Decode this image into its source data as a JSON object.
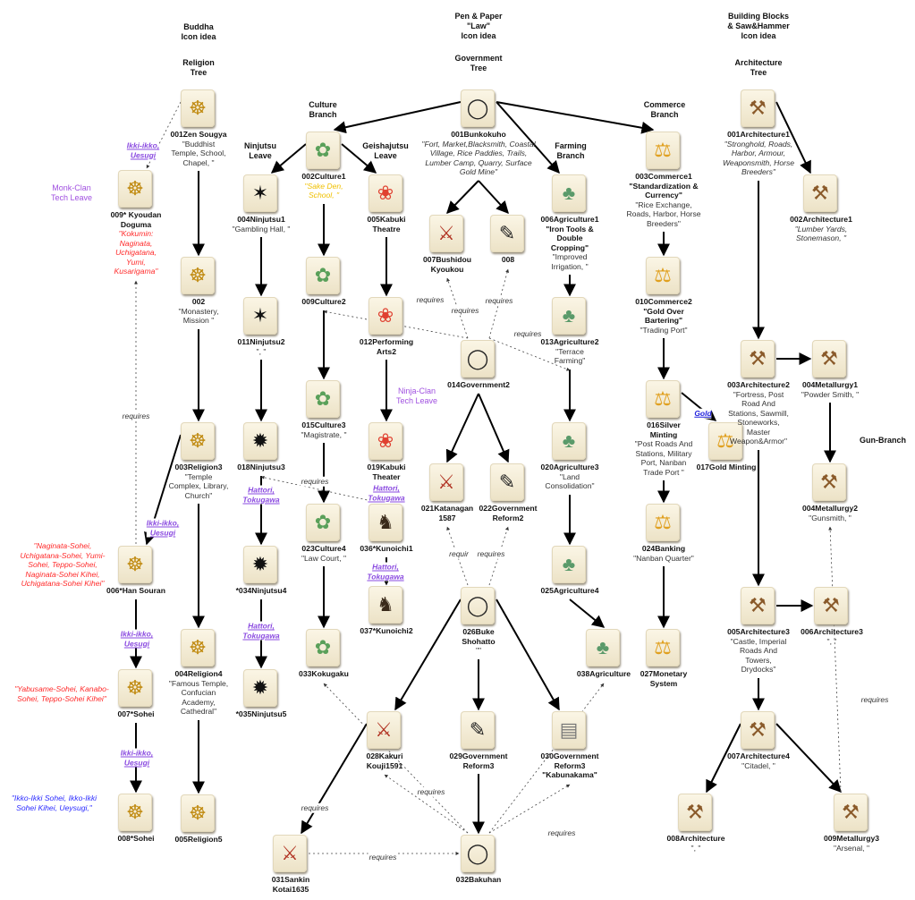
{
  "headers": {
    "buddha": "Buddha\nIcon idea",
    "religion": "Religion\nTree",
    "pen": "Pen & Paper\n\"Law\"\nIcon idea",
    "government": "Government\nTree",
    "blocks": "Building Blocks\n& Saw&Hammer\nIcon idea",
    "architecture": "Architecture\nTree",
    "culture": "Culture\nBranch",
    "ninjutsu": "Ninjutsu\nLeave",
    "geisha": "Geishajutsu\nLeave",
    "farming": "Farming\nBranch",
    "commerce": "Commerce\nBranch",
    "gun": "Gun-Branch",
    "monk_clan": "Monk-Clan\nTech Leave",
    "ninja_clan": "Ninja-Clan\nTech Leave"
  },
  "colors": {
    "accent_link": "#8a4ae0",
    "unit_red": "#ff2a2a",
    "unit_blue": "#2a2aff",
    "yellow": "#f0c000"
  },
  "nodes": [
    {
      "id": "rel001",
      "title": "001Zen Sougya",
      "desc": "\"Buddhist Temple, School, Chapel, \"",
      "icon": "monk-icon"
    },
    {
      "id": "rel002",
      "title": "002",
      "desc": "\"Monastery, Mission \"",
      "icon": "monk-icon"
    },
    {
      "id": "rel003",
      "title": "003Religion3",
      "desc": "\"Temple Complex, Library, Church\"",
      "icon": "monk-icon"
    },
    {
      "id": "rel004",
      "title": "004Religion4",
      "desc": "\"Famous Temple, Confucian Academy, Cathedral\"",
      "icon": "monk-icon"
    },
    {
      "id": "rel005",
      "title": "005Religion5",
      "desc": "",
      "icon": "monk-icon"
    },
    {
      "id": "monk009",
      "title": "009* Kyoudan Doguma",
      "desc": "\"Kokumin: Naginata, Uchigatana, Yumi, Kusarigama\"",
      "style": "red",
      "icon": "monk-icon"
    },
    {
      "id": "monk006",
      "title": "006*Han Souran",
      "desc": "",
      "icon": "monk-icon"
    },
    {
      "id": "monk007",
      "title": "007*Sohei",
      "desc": "",
      "icon": "monk-icon"
    },
    {
      "id": "monk008",
      "title": "008*Sohei",
      "desc": "",
      "icon": "monk-icon"
    },
    {
      "id": "nin1",
      "title": "004Ninjutsu1",
      "desc": "\"Gambling Hall, \"",
      "icon": "ninja-icon"
    },
    {
      "id": "nin2",
      "title": "011Ninjutsu2",
      "desc": "\", \"",
      "icon": "ninja-icon"
    },
    {
      "id": "nin3",
      "title": "018Ninjutsu3",
      "desc": "",
      "icon": "shuriken-icon"
    },
    {
      "id": "nin4",
      "title": "*034Ninjutsu4",
      "desc": "",
      "icon": "shuriken-icon"
    },
    {
      "id": "nin5",
      "title": "*035Ninjutsu5",
      "desc": "",
      "icon": "shuriken-icon"
    },
    {
      "id": "cul1",
      "title": "002Culture1",
      "desc": "\"Sake Den, School, \"",
      "style": "yellow",
      "icon": "tea-ceremony-icon"
    },
    {
      "id": "cul2",
      "title": "009Culture2",
      "desc": "",
      "icon": "tea-ceremony-icon"
    },
    {
      "id": "cul3",
      "title": "015Culture3",
      "desc": "\"Magistrate, \"",
      "icon": "tea-ceremony-icon"
    },
    {
      "id": "cul4",
      "title": "023Culture4",
      "desc": "\"Law Court, \"",
      "icon": "tea-ceremony-icon"
    },
    {
      "id": "cul5",
      "title": "033Kokugaku",
      "desc": "",
      "icon": "tea-ceremony-icon"
    },
    {
      "id": "gei1",
      "title": "005Kabuki Theatre",
      "desc": "",
      "icon": "geisha-icon"
    },
    {
      "id": "gei2",
      "title": "012Performing Arts2",
      "desc": "",
      "icon": "geisha-icon"
    },
    {
      "id": "gei3",
      "title": "019Kabuki Theater",
      "desc": "",
      "icon": "geisha-icon"
    },
    {
      "id": "kun1",
      "title": "036*Kunoichi1",
      "desc": "",
      "icon": "fox-icon"
    },
    {
      "id": "kun2",
      "title": "037*Kunoichi2",
      "desc": "",
      "icon": "fox-icon"
    },
    {
      "id": "gov1",
      "title": "001Bunkokuho",
      "desc": "\"Fort, Market,Blacksmith, Coastal Village, Rice Paddies, Trails, Lumber Camp, Quarry, Surface Gold Mine\"",
      "style": "it",
      "icon": "enso-scholar-icon"
    },
    {
      "id": "gov7",
      "title": "007Bushidou Kyoukou",
      "desc": "",
      "icon": "samurai-icon"
    },
    {
      "id": "gov8",
      "title": "008",
      "desc": "",
      "icon": "bushido-scroll-icon"
    },
    {
      "id": "gov14",
      "title": "014Government2",
      "desc": "",
      "icon": "enso-scholar-icon"
    },
    {
      "id": "gov21",
      "title": "021Katanagan 1587",
      "desc": "",
      "icon": "samurai-icon"
    },
    {
      "id": "gov22",
      "title": "022Government Reform2",
      "desc": "",
      "icon": "bushido-scroll-icon"
    },
    {
      "id": "gov26",
      "title": "026Buke Shohatto",
      "desc": "\"\"",
      "icon": "enso-scholar-icon"
    },
    {
      "id": "gov28",
      "title": "028Kakuri Kouji1591",
      "desc": "",
      "icon": "samurai-icon"
    },
    {
      "id": "gov29",
      "title": "029Government Reform3",
      "desc": "",
      "icon": "bushido-scroll-icon"
    },
    {
      "id": "gov30",
      "title": "030Government Reform3",
      "sub": "\"Kabunakama\"",
      "desc": "",
      "icon": "scroll-icon"
    },
    {
      "id": "gov31",
      "title": "031Sankin Kotai1635",
      "desc": "",
      "icon": "samurai-icon"
    },
    {
      "id": "gov32",
      "title": "032Bakuhan",
      "desc": "",
      "icon": "enso-scholar-icon"
    },
    {
      "id": "agr1",
      "title": "006Agriculture1",
      "sub": "\"Iron Tools & Double Cropping\"",
      "desc": "\"Improved Irrigation, \"",
      "icon": "rice-ox-icon"
    },
    {
      "id": "agr2",
      "title": "013Agriculture2",
      "desc": "\"Terrace Farming\"",
      "icon": "rice-ox-icon"
    },
    {
      "id": "agr3",
      "title": "020Agriculture3",
      "desc": "\"Land Consolidation\"",
      "icon": "rice-ox-icon"
    },
    {
      "id": "agr4",
      "title": "025Agriculture4",
      "desc": "",
      "icon": "rice-ox-icon"
    },
    {
      "id": "agr5",
      "title": "038Agriculture",
      "desc": "",
      "icon": "rice-ox-icon"
    },
    {
      "id": "com1",
      "title": "003Commerce1",
      "sub": "\"Standardization & Currency\"",
      "desc": "\"Rice Exchange, Roads, Harbor, Horse Breeders\"",
      "icon": "gold-scales-icon"
    },
    {
      "id": "com2",
      "title": "010Commerce2",
      "sub": "\"Gold Over Bartering\"",
      "desc": "\"Trading Port\"",
      "icon": "gold-scales-icon"
    },
    {
      "id": "com16",
      "title": "016Silver Minting",
      "desc": "\"Post Roads And Stations, Military Port, Nanban Trade Port \"",
      "icon": "gold-scales-icon"
    },
    {
      "id": "com17",
      "title": "017Gold Minting",
      "desc": "",
      "icon": "gold-scales-icon"
    },
    {
      "id": "com24",
      "title": "024Banking",
      "desc": "\"Nanban Quarter\"",
      "icon": "gold-scales-icon"
    },
    {
      "id": "com27",
      "title": "027Monetary System",
      "desc": "",
      "icon": "gold-scales-icon"
    },
    {
      "id": "arc1",
      "title": "001Architecture1",
      "desc": "\"Stronghold, Roads, Harbor, Armour, Weaponsmith, Horse Breeders\"",
      "style": "it",
      "icon": "saw-hammer-icon"
    },
    {
      "id": "arc2",
      "title": "002Architecture1",
      "desc": "\"Lumber Yards, Stonemason, \"",
      "style": "it",
      "icon": "saw-hammer-icon"
    },
    {
      "id": "arc3",
      "title": "003Architecture2",
      "desc": "\"Fortress, Post Road And Stations, Sawmill, Stoneworks, Master Weapon&Armor\"",
      "icon": "saw-hammer-icon"
    },
    {
      "id": "met1",
      "title": "004Metallurgy1",
      "desc": "\"Powder Smith, \"",
      "icon": "saw-hammer-icon"
    },
    {
      "id": "met2",
      "title": "004Metallurgy2",
      "desc": "\"Gunsmith, \"",
      "icon": "saw-hammer-icon"
    },
    {
      "id": "arc5",
      "title": "005Architecture3",
      "desc": "\"Castle, Imperial Roads And Towers, Drydocks\"",
      "icon": "saw-hammer-icon"
    },
    {
      "id": "arc6",
      "title": "006Architecture3",
      "desc": "\", \"",
      "icon": "saw-hammer-icon"
    },
    {
      "id": "arc7",
      "title": "007Architecture4",
      "desc": "\"Citadel, \"",
      "icon": "saw-hammer-icon"
    },
    {
      "id": "arc8",
      "title": "008Architecture",
      "desc": "\", \"",
      "icon": "saw-hammer-icon"
    },
    {
      "id": "met3",
      "title": "009Metallurgy3",
      "desc": "\"Arsenal, \"",
      "icon": "saw-hammer-icon"
    }
  ],
  "unit_notes": {
    "han_souran": "\"Naginata-Sohei, Uchigatana-Sohei, Yumi-Sohei, Teppo-Sohei, Naginata-Sohei Kihei, Uchigatana-Sohei Kihei\"",
    "sohei007": "\"Yabusame-Sohei, Kanabo-Sohei, Teppo-Sohei Kihei\"",
    "sohei008": "\"Ikko-Ikki Sohei, Ikko-Ikki Sohei Kihei, Ueysugi,\""
  },
  "clan_links": {
    "ikki": "Ikki-ikko,\nUesugi",
    "hattori": "Hattori,\nTokugawa",
    "gold": "Gold"
  },
  "requires_label": "requires",
  "requires_cut_label": "requir",
  "edges": [
    [
      "gov1",
      "cul1"
    ],
    [
      "gov1",
      "agr1"
    ],
    [
      "gov1",
      "com1"
    ],
    [
      "gov1",
      "gov7"
    ],
    [
      "gov1",
      "gov8"
    ],
    [
      "cul1",
      "nin1"
    ],
    [
      "cul1",
      "gei1"
    ],
    [
      "cul1",
      "cul2"
    ],
    [
      "cul2",
      "cul3"
    ],
    [
      "cul3",
      "cul4"
    ],
    [
      "cul4",
      "cul5"
    ],
    [
      "gei1",
      "gei2"
    ],
    [
      "gei2",
      "gei3"
    ],
    [
      "kun1",
      "kun2"
    ],
    [
      "nin1",
      "nin2"
    ],
    [
      "nin2",
      "nin3"
    ],
    [
      "nin3",
      "nin4"
    ],
    [
      "nin4",
      "nin5"
    ],
    [
      "rel001",
      "rel002"
    ],
    [
      "rel002",
      "rel003"
    ],
    [
      "rel003",
      "rel004"
    ],
    [
      "rel004",
      "rel005"
    ],
    [
      "rel003",
      "monk006"
    ],
    [
      "monk006",
      "monk007"
    ],
    [
      "monk007",
      "monk008"
    ],
    [
      "gov14",
      "gov21"
    ],
    [
      "gov14",
      "gov22"
    ],
    [
      "gov26",
      "gov28"
    ],
    [
      "gov26",
      "gov29"
    ],
    [
      "gov26",
      "gov30"
    ],
    [
      "gov28",
      "gov31"
    ],
    [
      "gov29",
      "gov32"
    ],
    [
      "agr1",
      "agr2"
    ],
    [
      "agr2",
      "agr3"
    ],
    [
      "agr3",
      "agr4"
    ],
    [
      "agr4",
      "agr5"
    ],
    [
      "com1",
      "com2"
    ],
    [
      "com2",
      "com16"
    ],
    [
      "com16",
      "com24"
    ],
    [
      "com24",
      "com27"
    ],
    [
      "com16",
      "com17"
    ],
    [
      "arc1",
      "arc2"
    ],
    [
      "arc1",
      "arc3"
    ],
    [
      "arc3",
      "met1"
    ],
    [
      "met1",
      "met2"
    ],
    [
      "arc3",
      "arc5"
    ],
    [
      "arc5",
      "arc6"
    ],
    [
      "arc5",
      "arc7"
    ],
    [
      "arc7",
      "arc8"
    ],
    [
      "arc7",
      "met3"
    ]
  ],
  "dashed_edges": [
    [
      "rel001",
      "monk009"
    ],
    [
      "monk006",
      "monk009"
    ],
    [
      "gov14",
      "cul2"
    ],
    [
      "gov14",
      "gov7"
    ],
    [
      "gov14",
      "gov8"
    ],
    [
      "gov14",
      "agr2"
    ],
    [
      "kun1",
      "nin3"
    ],
    [
      "gov26",
      "gov21"
    ],
    [
      "gov26",
      "gov22"
    ],
    [
      "gov32",
      "gov28"
    ],
    [
      "gov31",
      "gov32"
    ],
    [
      "gov32",
      "gov30"
    ],
    [
      "gov32",
      "agr5"
    ],
    [
      "gov32",
      "cul5"
    ],
    [
      "met3",
      "met2"
    ]
  ]
}
